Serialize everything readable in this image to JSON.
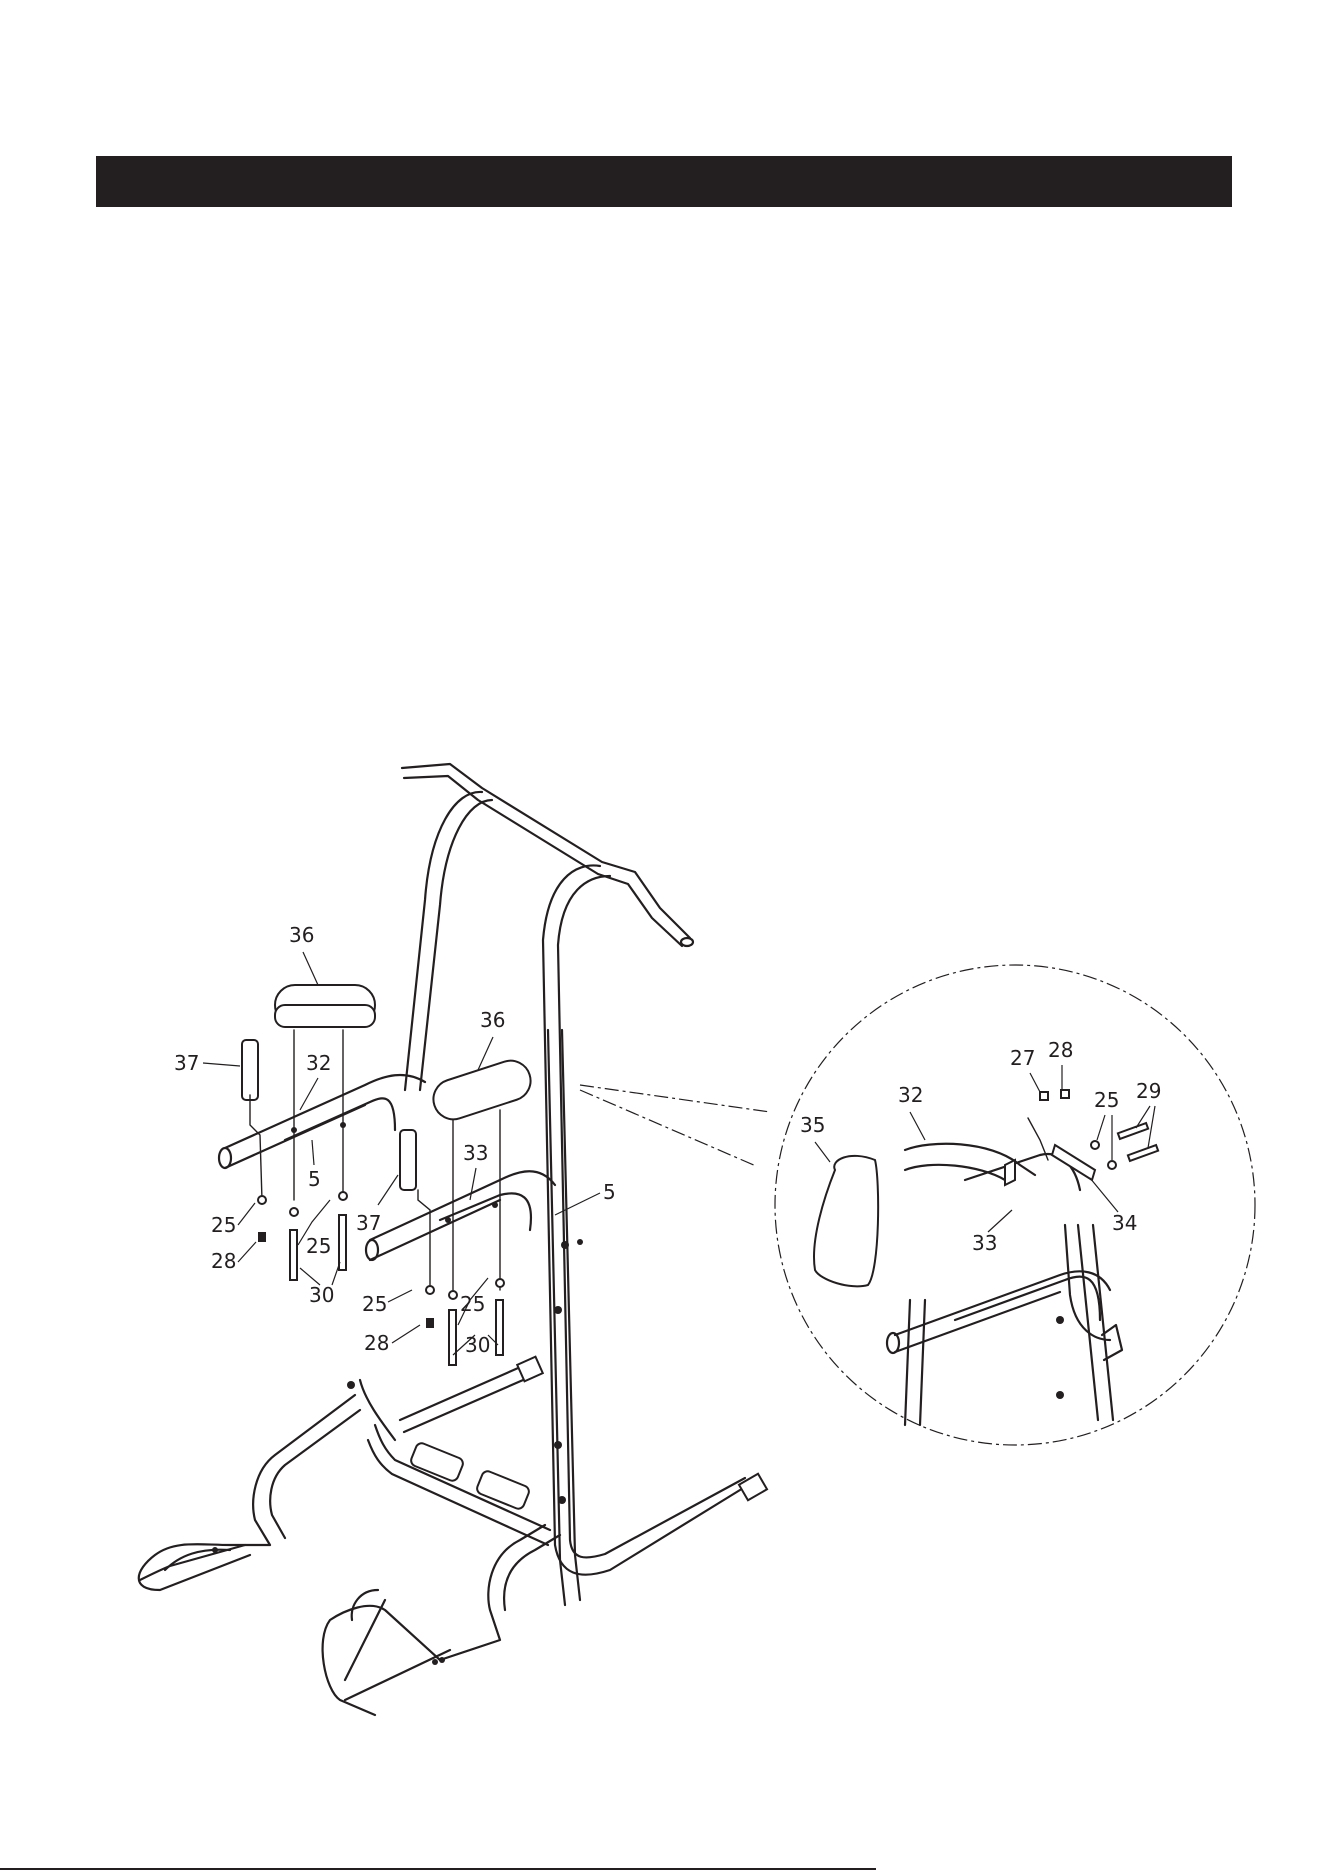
{
  "page": {
    "background": "#ffffff",
    "ink": "#231f20"
  },
  "header": {
    "color": "#231f20"
  },
  "callouts": {
    "p36_left": "36",
    "p36_right": "36",
    "p37_left": "37",
    "p37_right": "37",
    "p32": "32",
    "p5_left": "5",
    "p5_right": "5",
    "p33": "33",
    "p25_a": "25",
    "p25_b": "25",
    "p25_c": "25",
    "p25_d": "25",
    "p28_a": "28",
    "p28_b": "28",
    "p30_a": "30",
    "p30_b": "30"
  },
  "detail": {
    "p35": "35",
    "p32": "32",
    "p27": "27",
    "p28": "28",
    "p25": "25",
    "p29": "29",
    "p34": "34",
    "p33": "33"
  }
}
